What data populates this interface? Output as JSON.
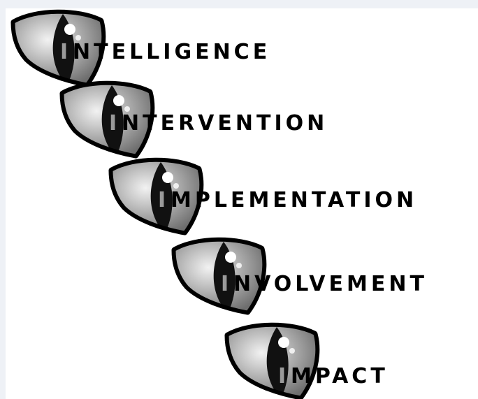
{
  "steps": [
    {
      "initial": "I",
      "rest": "NTELLIGENCE"
    },
    {
      "initial": "I",
      "rest": "NTERVENTION"
    },
    {
      "initial": "I",
      "rest": "MPLEMENTATION"
    },
    {
      "initial": "I",
      "rest": "NVOLVEMENT"
    },
    {
      "initial": "I",
      "rest": "MPACT"
    }
  ],
  "colors": {
    "eye_outline": "#000000",
    "iris_light": "#f2f2f2",
    "iris_dark": "#6e6e6e",
    "pupil": "#111111",
    "initial_letter": "#9a9a9a",
    "text": "#000000"
  }
}
